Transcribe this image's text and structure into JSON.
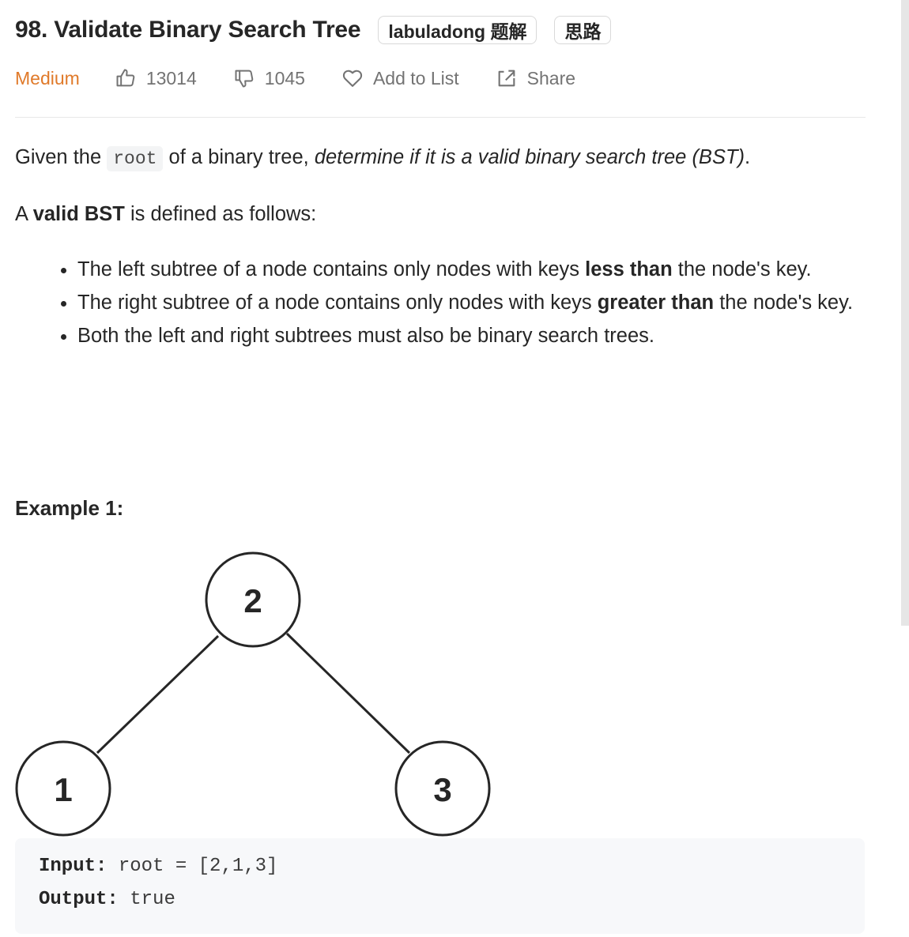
{
  "problem": {
    "title": "98. Validate Binary Search Tree",
    "tags": [
      "labuladong 题解",
      "思路"
    ],
    "difficulty": "Medium",
    "likes": "13014",
    "dislikes": "1045",
    "add_to_list": "Add to List",
    "share": "Share"
  },
  "description": {
    "intro_prefix": "Given the ",
    "intro_code": "root",
    "intro_mid": " of a binary tree, ",
    "intro_em": "determine if it is a valid binary search tree (BST)",
    "intro_suffix": ".",
    "def_prefix": "A ",
    "def_bold": "valid BST",
    "def_suffix": " is defined as follows:",
    "rules": [
      {
        "pre": "The left subtree of a node contains only nodes with keys ",
        "bold": "less than",
        "post": " the node's key."
      },
      {
        "pre": "The right subtree of a node contains only nodes with keys ",
        "bold": "greater than",
        "post": " the node's key."
      },
      {
        "pre": "Both the left and right subtrees must also be binary search trees.",
        "bold": "",
        "post": ""
      }
    ]
  },
  "example": {
    "title": "Example 1:",
    "tree_nodes": [
      "2",
      "1",
      "3"
    ],
    "input_label": "Input:",
    "input_value": " root = [2,1,3]",
    "output_label": "Output:",
    "output_value": " true"
  }
}
